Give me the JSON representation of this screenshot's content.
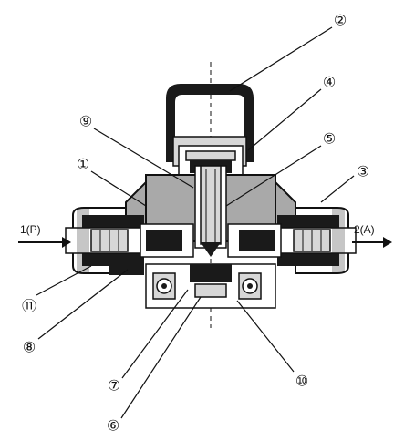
{
  "ports": {
    "inlet": "1(P)",
    "outlet": "2(A)"
  },
  "callouts": {
    "c1": "①",
    "c2": "②",
    "c3": "③",
    "c4": "④",
    "c5": "⑤",
    "c6": "⑥",
    "c7": "⑦",
    "c8": "⑧",
    "c9": "⑨",
    "c10": "⑩",
    "c11": "⑪"
  }
}
